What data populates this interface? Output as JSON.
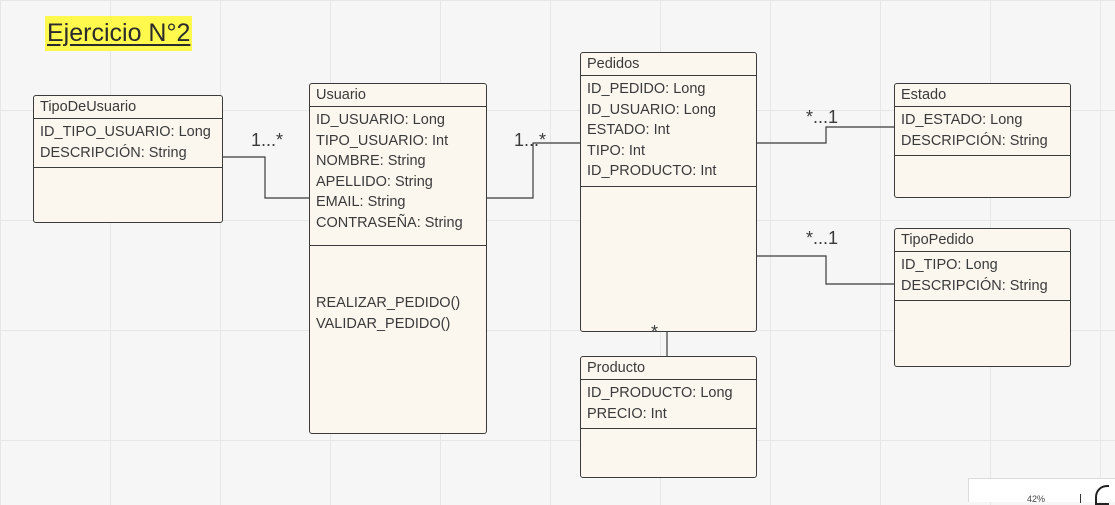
{
  "title": "Ejercicio N°2",
  "classes": {
    "tipo_usuario": {
      "name": "TipoDeUsuario",
      "attributes": [
        "ID_TIPO_USUARIO: Long",
        "DESCRIPCIÓN: String"
      ],
      "operations": []
    },
    "usuario": {
      "name": "Usuario",
      "attributes": [
        "ID_USUARIO: Long",
        "TIPO_USUARIO: Int",
        "NOMBRE: String",
        "APELLIDO: String",
        "EMAIL: String",
        "CONTRASEÑA: String"
      ],
      "operations": [
        "REALIZAR_PEDIDO()",
        "VALIDAR_PEDIDO()"
      ]
    },
    "pedidos": {
      "name": "Pedidos",
      "attributes": [
        "ID_PEDIDO: Long",
        "ID_USUARIO: Long",
        "ESTADO: Int",
        "TIPO: Int",
        "ID_PRODUCTO: Int"
      ],
      "operations": []
    },
    "producto": {
      "name": "Producto",
      "attributes": [
        "ID_PRODUCTO: Long",
        "PRECIO: Int"
      ],
      "operations": []
    },
    "estado": {
      "name": "Estado",
      "attributes": [
        "ID_ESTADO: Long",
        "DESCRIPCIÓN: String"
      ],
      "operations": []
    },
    "tipo_pedido": {
      "name": "TipoPedido",
      "attributes": [
        "ID_TIPO: Long",
        "DESCRIPCIÓN: String"
      ],
      "operations": []
    }
  },
  "multiplicities": {
    "tipousuario_usuario": "1...*",
    "usuario_pedidos": "1...*",
    "pedidos_estado": "*...1",
    "pedidos_tipopedido": "*...1",
    "pedidos_producto": "*"
  },
  "zoom": {
    "value": "42%"
  }
}
